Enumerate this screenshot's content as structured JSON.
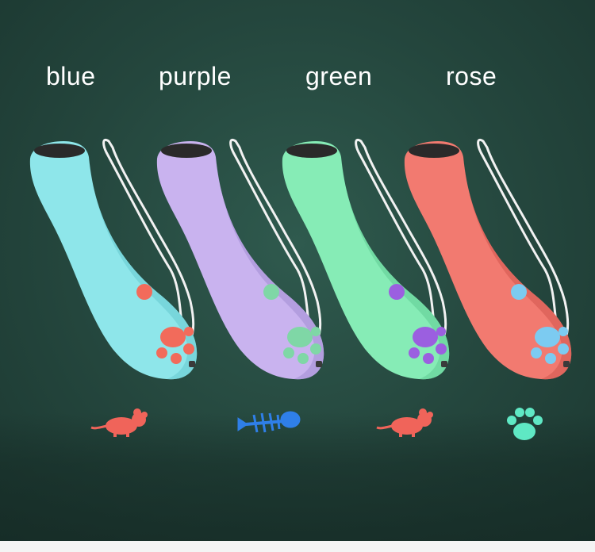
{
  "labels": [
    "blue",
    "purple",
    "green",
    "rose"
  ],
  "toys": [
    {
      "label": "blue",
      "body_color": "#8ee6ea",
      "body_shade": "#6fcfd4",
      "accent_color": "#f26b5b",
      "projection": "mouse-icon",
      "projection_color": "#f0645a"
    },
    {
      "label": "purple",
      "body_color": "#c9b3ef",
      "body_shade": "#a995d8",
      "accent_color": "#7fd7a6",
      "projection": "fishbone-icon",
      "projection_color": "#2f7fe8"
    },
    {
      "label": "green",
      "body_color": "#86ecb6",
      "body_shade": "#68d39b",
      "accent_color": "#9b5fe0",
      "projection": "mouse-icon",
      "projection_color": "#f0645a"
    },
    {
      "label": "rose",
      "body_color": "#f27a70",
      "body_shade": "#d95e56",
      "accent_color": "#7ccbf1",
      "projection": "paw-icon",
      "projection_color": "#5fe8c4"
    }
  ],
  "colors": {
    "background": "#2a5046",
    "lanyard": "#f2f2f2",
    "label_text": "#ffffff"
  }
}
